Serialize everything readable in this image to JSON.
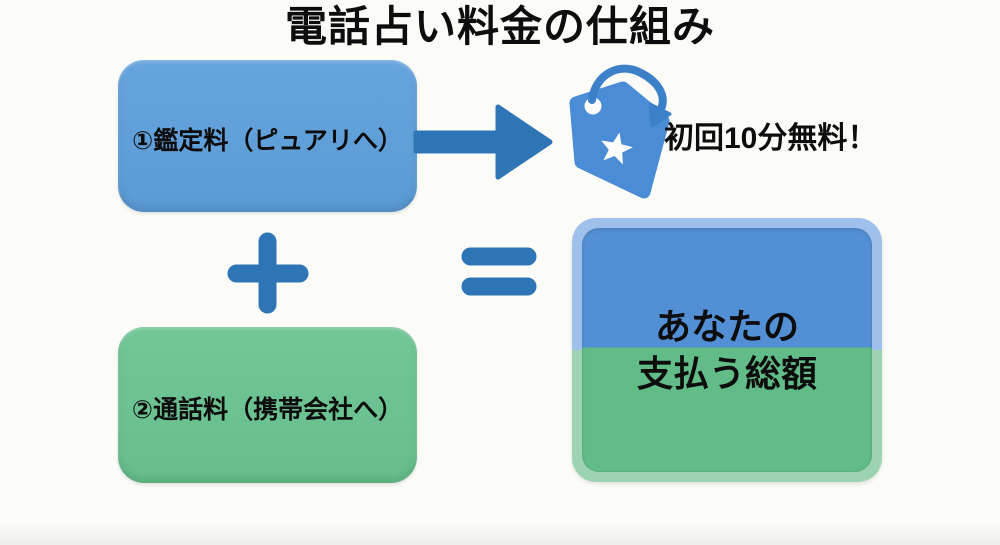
{
  "title": "電話占い料金の仕組み",
  "nodes": {
    "fee1": {
      "label": "①鑑定料（ピュアリへ）"
    },
    "fee2": {
      "label": "②通話料（携帯会社へ）"
    },
    "promo": {
      "label": "初回10分無料！"
    },
    "total": {
      "line1": "あなたの",
      "line2": "支払う総額"
    }
  },
  "icons": {
    "arrow_right": "right-arrow-icon",
    "price_tag": "price-tag-icon",
    "star": "star-icon",
    "curved_arrow": "curved-arrow-icon",
    "plus": "plus-icon",
    "equals": "equals-icon"
  },
  "colors": {
    "background": "#fbfbf8",
    "blue_box": "#5b9bd5",
    "blue_box_light": "#66a4dd",
    "green_box": "#67be8b",
    "green_box_light": "#72c697",
    "accent_blue": "#2e75b6",
    "tag_blue": "#4a8cd6",
    "arc_blue": "#3c80ca",
    "rim_blue": "#9fc0ea",
    "rim_green": "#9cd3b3",
    "total_blue": "#538fd4",
    "total_green": "#62bc87",
    "text": "#0d0d0d"
  }
}
